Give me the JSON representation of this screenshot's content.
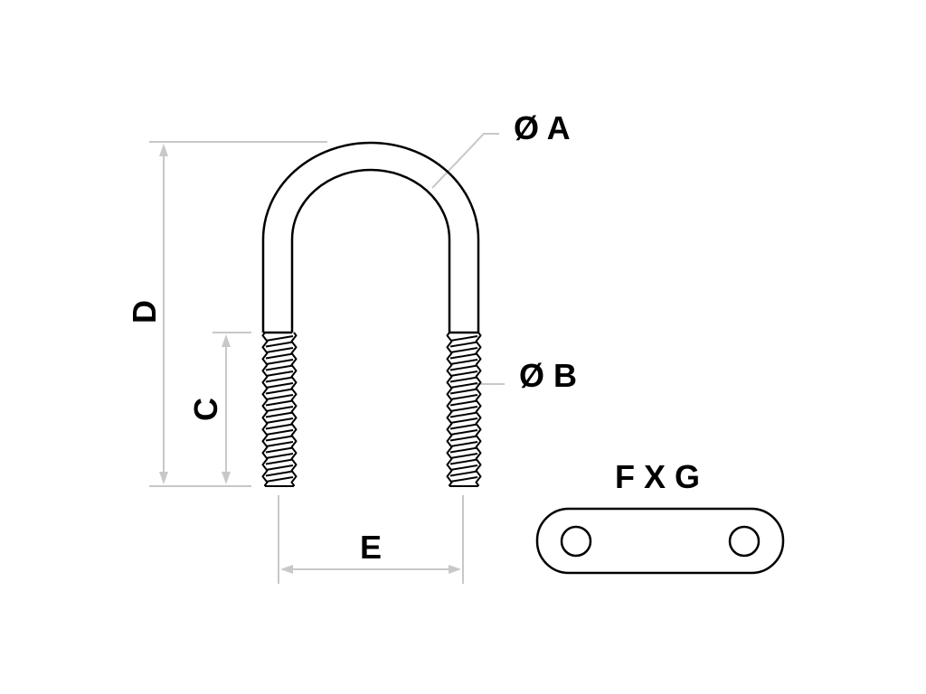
{
  "labels": {
    "dia_a": "Ø A",
    "dia_b": "Ø B",
    "c": "C",
    "d": "D",
    "e": "E",
    "plate": "F X G"
  },
  "colors": {
    "outline": "#000000",
    "dimension": "#c8c8c8",
    "background": "#ffffff"
  }
}
